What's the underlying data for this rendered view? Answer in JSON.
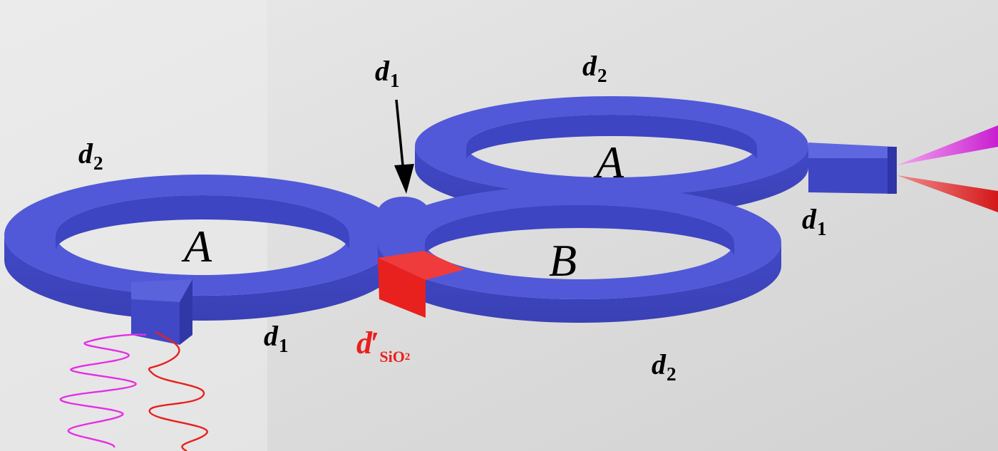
{
  "labels": {
    "d1": {
      "letter": "d",
      "sub": "1"
    },
    "d2": {
      "letter": "d",
      "sub": "2"
    },
    "ring_a": "A",
    "ring_b": "B",
    "gap": {
      "letter": "d",
      "prime": "′",
      "sub": "SiO",
      "sub2": "2"
    }
  },
  "colors": {
    "background": "#d9d9d9",
    "ring_top": "#5058d6",
    "ring_side": "#3c43bf",
    "gap_block": "#e8201e",
    "wave_pink": "#e62ee6",
    "wave_red": "#e8201e",
    "arrow": "#000000"
  },
  "icons": {
    "arrow": "down-arrow-icon"
  }
}
